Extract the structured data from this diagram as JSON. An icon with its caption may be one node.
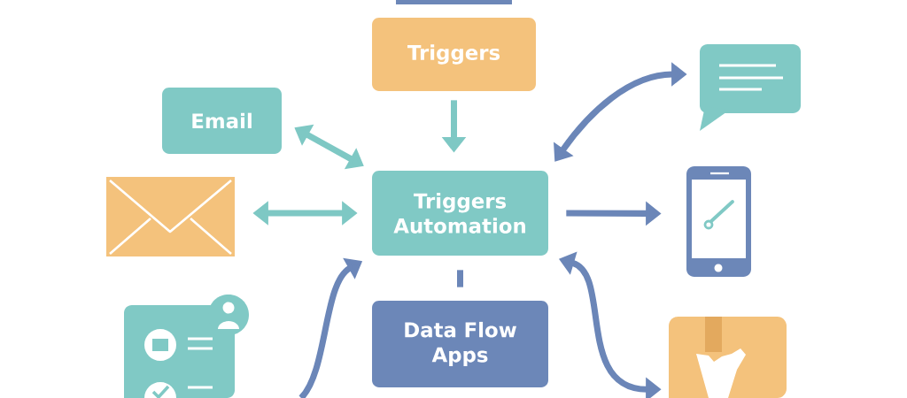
{
  "diagram": {
    "nodes": [
      {
        "text": [],
        "shape": "box"
      },
      {
        "text": [
          "Triggers"
        ]
      },
      {
        "text": [
          "Email"
        ]
      },
      {
        "text": [
          "Triggers Automation"
        ]
      },
      {
        "text": [],
        "shape": "picture"
      },
      {
        "text": [],
        "shape": "picture"
      },
      {
        "text": [],
        "shape": "picture"
      },
      {
        "text": [],
        "shape": "picture"
      },
      {
        "text": [
          "Data Flow Apps"
        ]
      },
      {
        "text": [],
        "shape": "picture"
      }
    ],
    "edges": [
      {
        "from": 1,
        "to": 3,
        "arrow": "to",
        "color": "#7ec8c4"
      },
      {
        "from": 2,
        "to": 3,
        "arrow": "both",
        "color": "#7ec8c4"
      },
      {
        "from": 5,
        "to": 3,
        "arrow": "both",
        "color": "#7ec8c4"
      },
      {
        "from": 3,
        "to": 4,
        "arrow": "both"
      },
      {
        "from": 3,
        "to": 6,
        "arrow": "to"
      },
      {
        "from": 8,
        "to": 3,
        "arrow": "none"
      },
      {
        "from": null,
        "to": 3,
        "arrow": "to"
      },
      {
        "from": 3,
        "to": 9,
        "arrow": "both"
      }
    ]
  }
}
